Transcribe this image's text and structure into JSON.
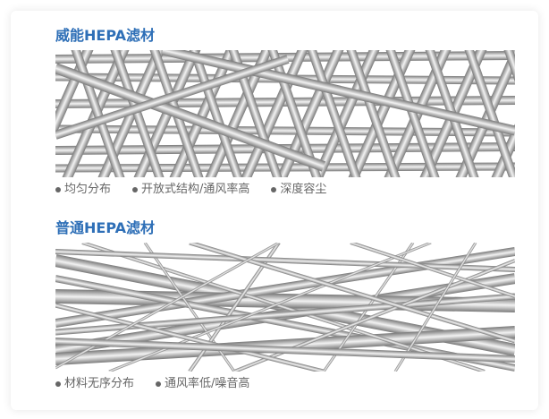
{
  "colors": {
    "title": "#2e6fb7",
    "bullet_text": "#666666",
    "fiber_light": "#f2f2f2",
    "fiber_dark": "#7a7a7a"
  },
  "sections": [
    {
      "title": "威能HEPA滤材",
      "bullets": [
        "均匀分布",
        "开放式结构/通风率高",
        "深度容尘"
      ]
    },
    {
      "title": "普通HEPA滤材",
      "bullets": [
        "材料无序分布",
        "通风率低/噪音高"
      ]
    }
  ]
}
